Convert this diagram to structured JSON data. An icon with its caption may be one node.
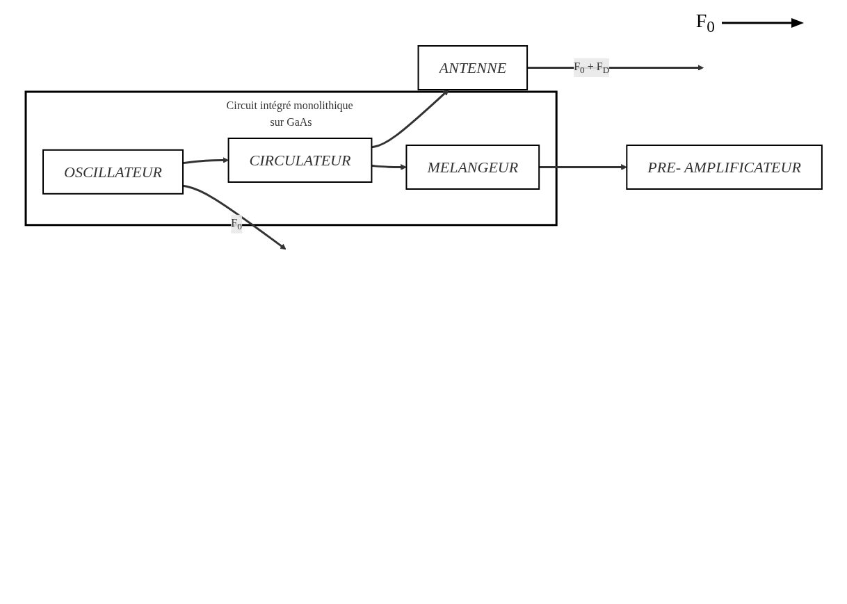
{
  "diagram": {
    "nodes": [
      {
        "text": [
          "Circuit intégré monolithique sur GaAs"
        ]
      },
      {
        "text": [
          "OSCILLATEUR"
        ],
        "in": 0
      },
      {
        "text": [
          "CIRCULATEUR"
        ],
        "in": 0
      },
      {
        "text": [
          "ANTENNE"
        ]
      },
      {
        "text": [
          "MELANGEUR"
        ],
        "in": 0
      },
      {
        "text": [
          "PRE- AMPLIFICATEUR"
        ]
      }
    ],
    "edges": [
      {
        "from": 1,
        "to": 2,
        "arrow": "to"
      },
      {
        "from": 2,
        "to": 3,
        "arrow": "to"
      },
      {
        "from": 2,
        "to": 4,
        "arrow": "to"
      },
      {
        "from": 4,
        "to": 5,
        "arrow": "to"
      },
      {
        "from": 1,
        "to": null,
        "arrow": "to",
        "label": "F$_{0}$"
      },
      {
        "from": 3,
        "to": null,
        "arrow": "to",
        "label": "F$_{0}$ + F$_{D}$"
      }
    ],
    "labels": [
      "F$_{0}$"
    ]
  }
}
